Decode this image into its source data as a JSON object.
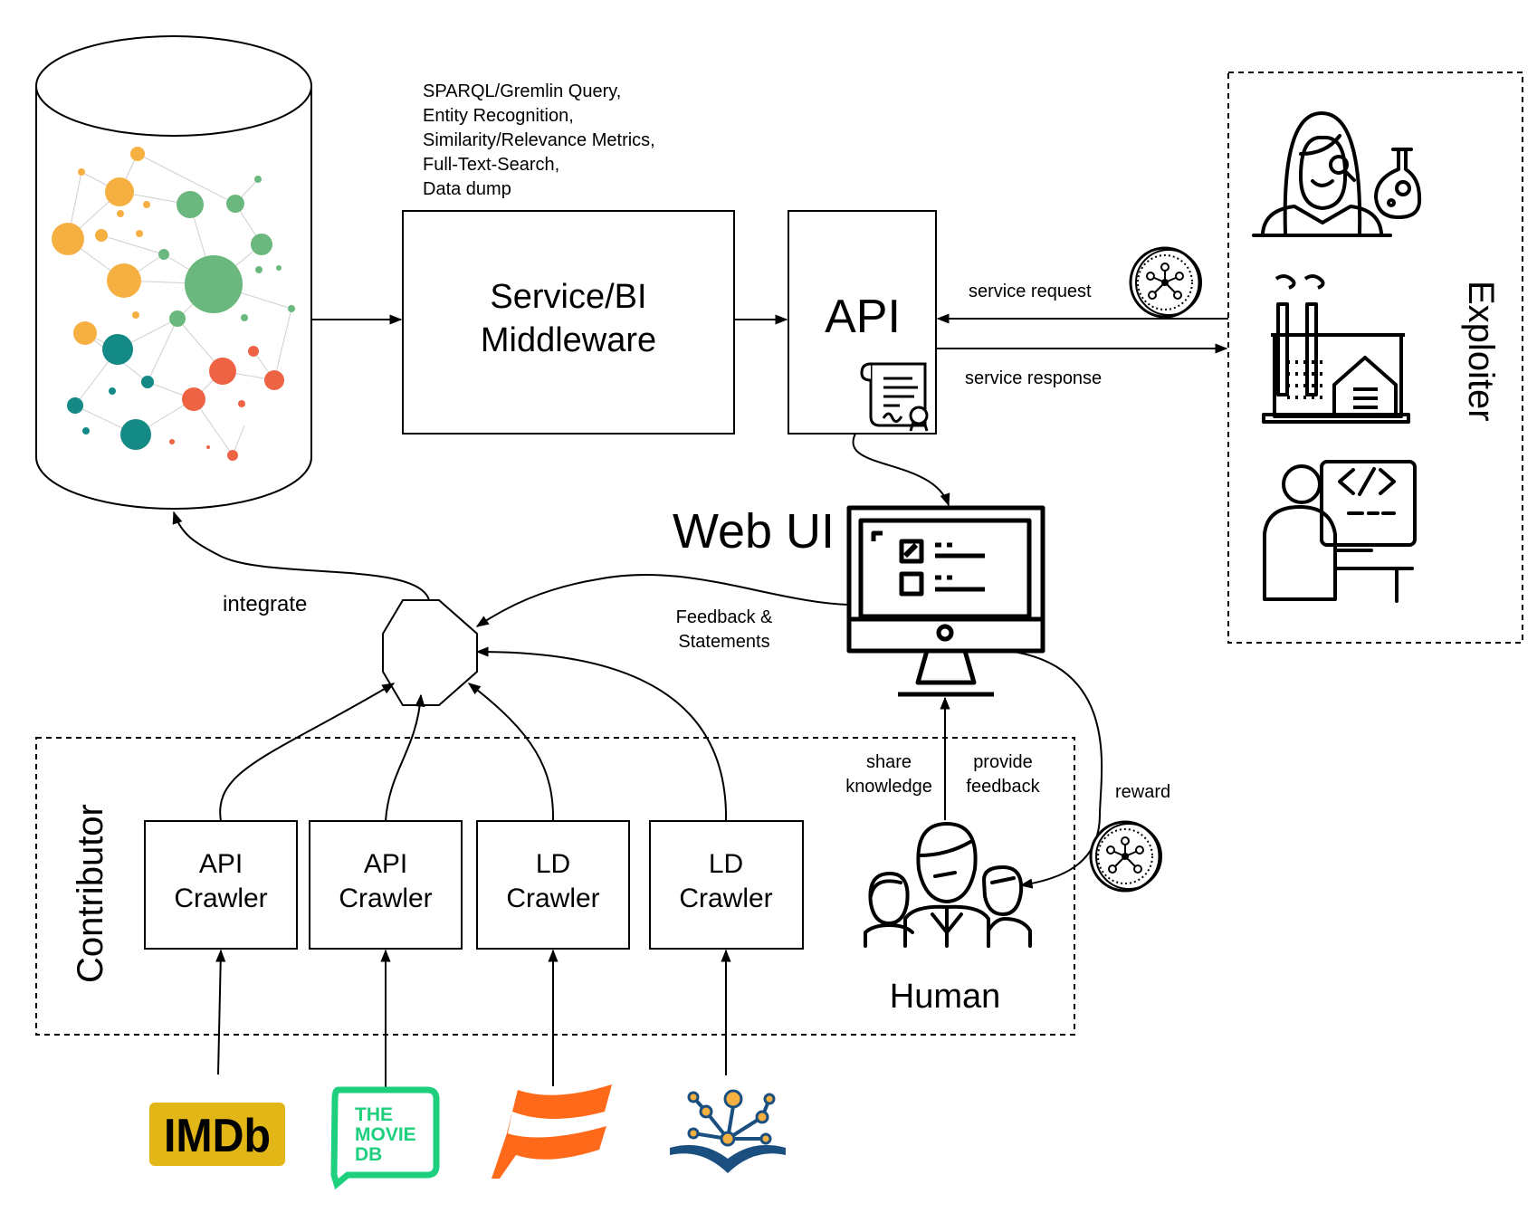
{
  "query_text": [
    "SPARQL/Gremlin Query,",
    "Entity Recognition,",
    "Similarity/Relevance Metrics,",
    "Full-Text-Search,",
    "Data dump"
  ],
  "middleware": {
    "line1": "Service/BI",
    "line2": "Middleware"
  },
  "api_label": "API",
  "web_ui_label": "Web UI",
  "service_request": "service request",
  "service_response": "service response",
  "exploiter_label": "Exploiter",
  "contributor_label": "Contributor",
  "integrate_label": "integrate",
  "feedback": {
    "line1": "Feedback &",
    "line2": "Statements"
  },
  "share": {
    "line1": "share",
    "line2": "knowledge"
  },
  "provide": {
    "line1": "provide",
    "line2": "feedback"
  },
  "reward_label": "reward",
  "human_label": "Human",
  "crawlers": [
    {
      "line1": "API",
      "line2": "Crawler"
    },
    {
      "line1": "API",
      "line2": "Crawler"
    },
    {
      "line1": "LD",
      "line2": "Crawler"
    },
    {
      "line1": "LD",
      "line2": "Crawler"
    }
  ],
  "sources": {
    "imdb": "IMDb",
    "tmdb": [
      "THE",
      "MOVIE",
      "DB"
    ]
  },
  "colors": {
    "orange": "#F5B041",
    "green": "#6AB87E",
    "teal": "#148A86",
    "red": "#EE6344",
    "imdb_gold": "#E2B616",
    "tmdb_green": "#1ED07E",
    "wiki_orange": "#FF6A1A",
    "navy": "#1B4F80"
  }
}
